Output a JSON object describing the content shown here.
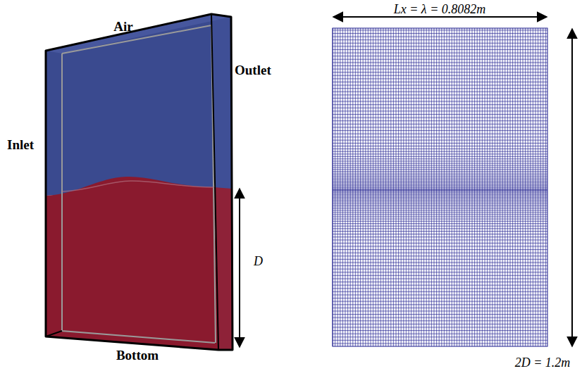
{
  "diagram": {
    "labels": [
      "Air",
      "Outlet",
      "Inlet",
      "D",
      "Bottom",
      "Lx = λ = 0.8082m",
      "2D = 1.2m"
    ]
  }
}
